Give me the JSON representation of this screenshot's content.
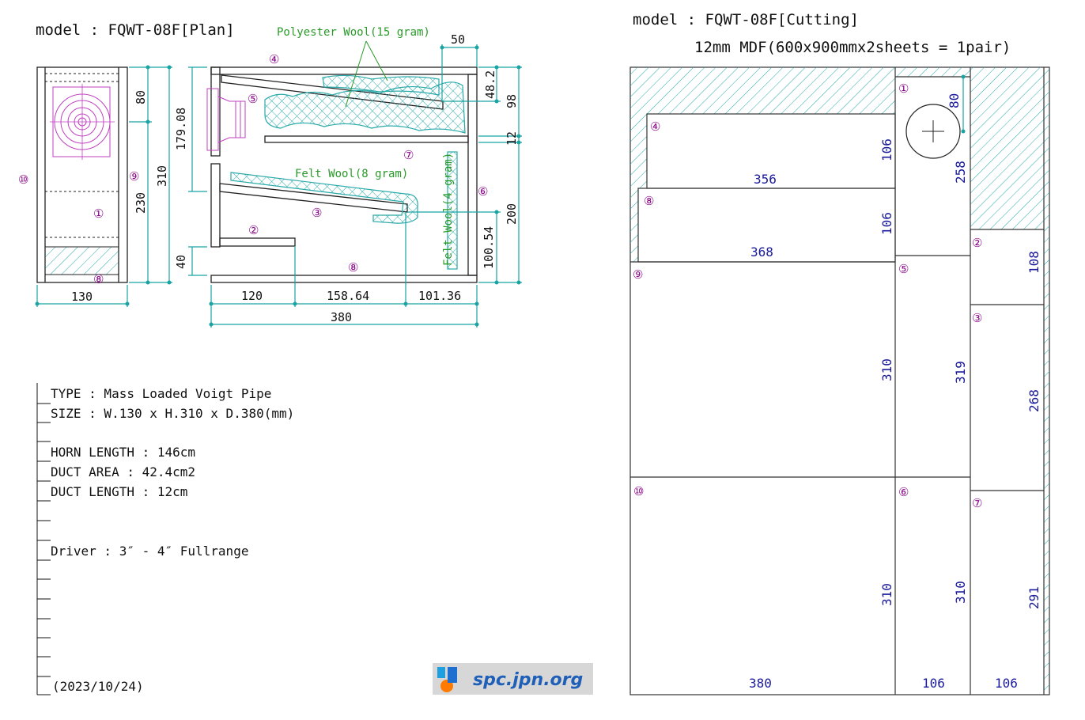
{
  "plan": {
    "title": "model : FQWT-08F[Plan]",
    "wool_polyester": "Polyester Wool(15 gram)",
    "wool_felt8": "Felt Wool(8 gram)",
    "wool_felt4": "Felt Wool(4 gram)",
    "parts": {
      "p1": "①",
      "p2": "②",
      "p3": "③",
      "p4": "④",
      "p5": "⑤",
      "p6": "⑥",
      "p7": "⑦",
      "p8": "⑧",
      "p9": "⑨",
      "p10": "⑩",
      "p8_front": "⑧",
      "p1_front": "①",
      "p9_front": "⑨"
    },
    "dims": {
      "w130": "130",
      "d80": "80",
      "d230": "230",
      "d310": "310",
      "d179": "179.08",
      "d40": "40",
      "d120": "120",
      "d158": "158.64",
      "d101": "101.36",
      "d380": "380",
      "d50": "50",
      "d48": "48.2",
      "d98": "98",
      "d12": "12",
      "d200": "200",
      "d100": "100.54"
    }
  },
  "specs": {
    "lines": [
      "TYPE : Mass Loaded Voigt Pipe",
      "SIZE : W.130 x H.310 x D.380(mm)",
      "",
      "HORN LENGTH : 146cm",
      "DUCT AREA : 42.4cm2",
      "DUCT LENGTH : 12cm",
      "",
      "Driver : 3″ - 4″ Fullrange"
    ],
    "date": "(2023/10/24)"
  },
  "logo": {
    "text": "spc.jpn.org"
  },
  "cutting": {
    "title": "model : FQWT-08F[Cutting]",
    "subtitle": "12mm MDF(600x900mmx2sheets = 1pair)",
    "labels": {
      "p4": "④",
      "p8": "⑧",
      "p9": "⑨",
      "p10": "⑩",
      "p1": "①",
      "p5": "⑤",
      "p6": "⑥",
      "p2": "②",
      "p3": "③",
      "p7": "⑦"
    },
    "dims": {
      "p4_w": "356",
      "p4_h": "106",
      "p8_w": "368",
      "p8_h": "106",
      "p9_h": "310",
      "p10_h": "310",
      "p10_w": "380",
      "p1_hole": "80",
      "p1_h": "258",
      "p5_h": "319",
      "p6_h": "310",
      "p6_w": "106",
      "p2_h": "108",
      "p3_h": "268",
      "p7_h": "291",
      "p7_w": "106"
    }
  }
}
